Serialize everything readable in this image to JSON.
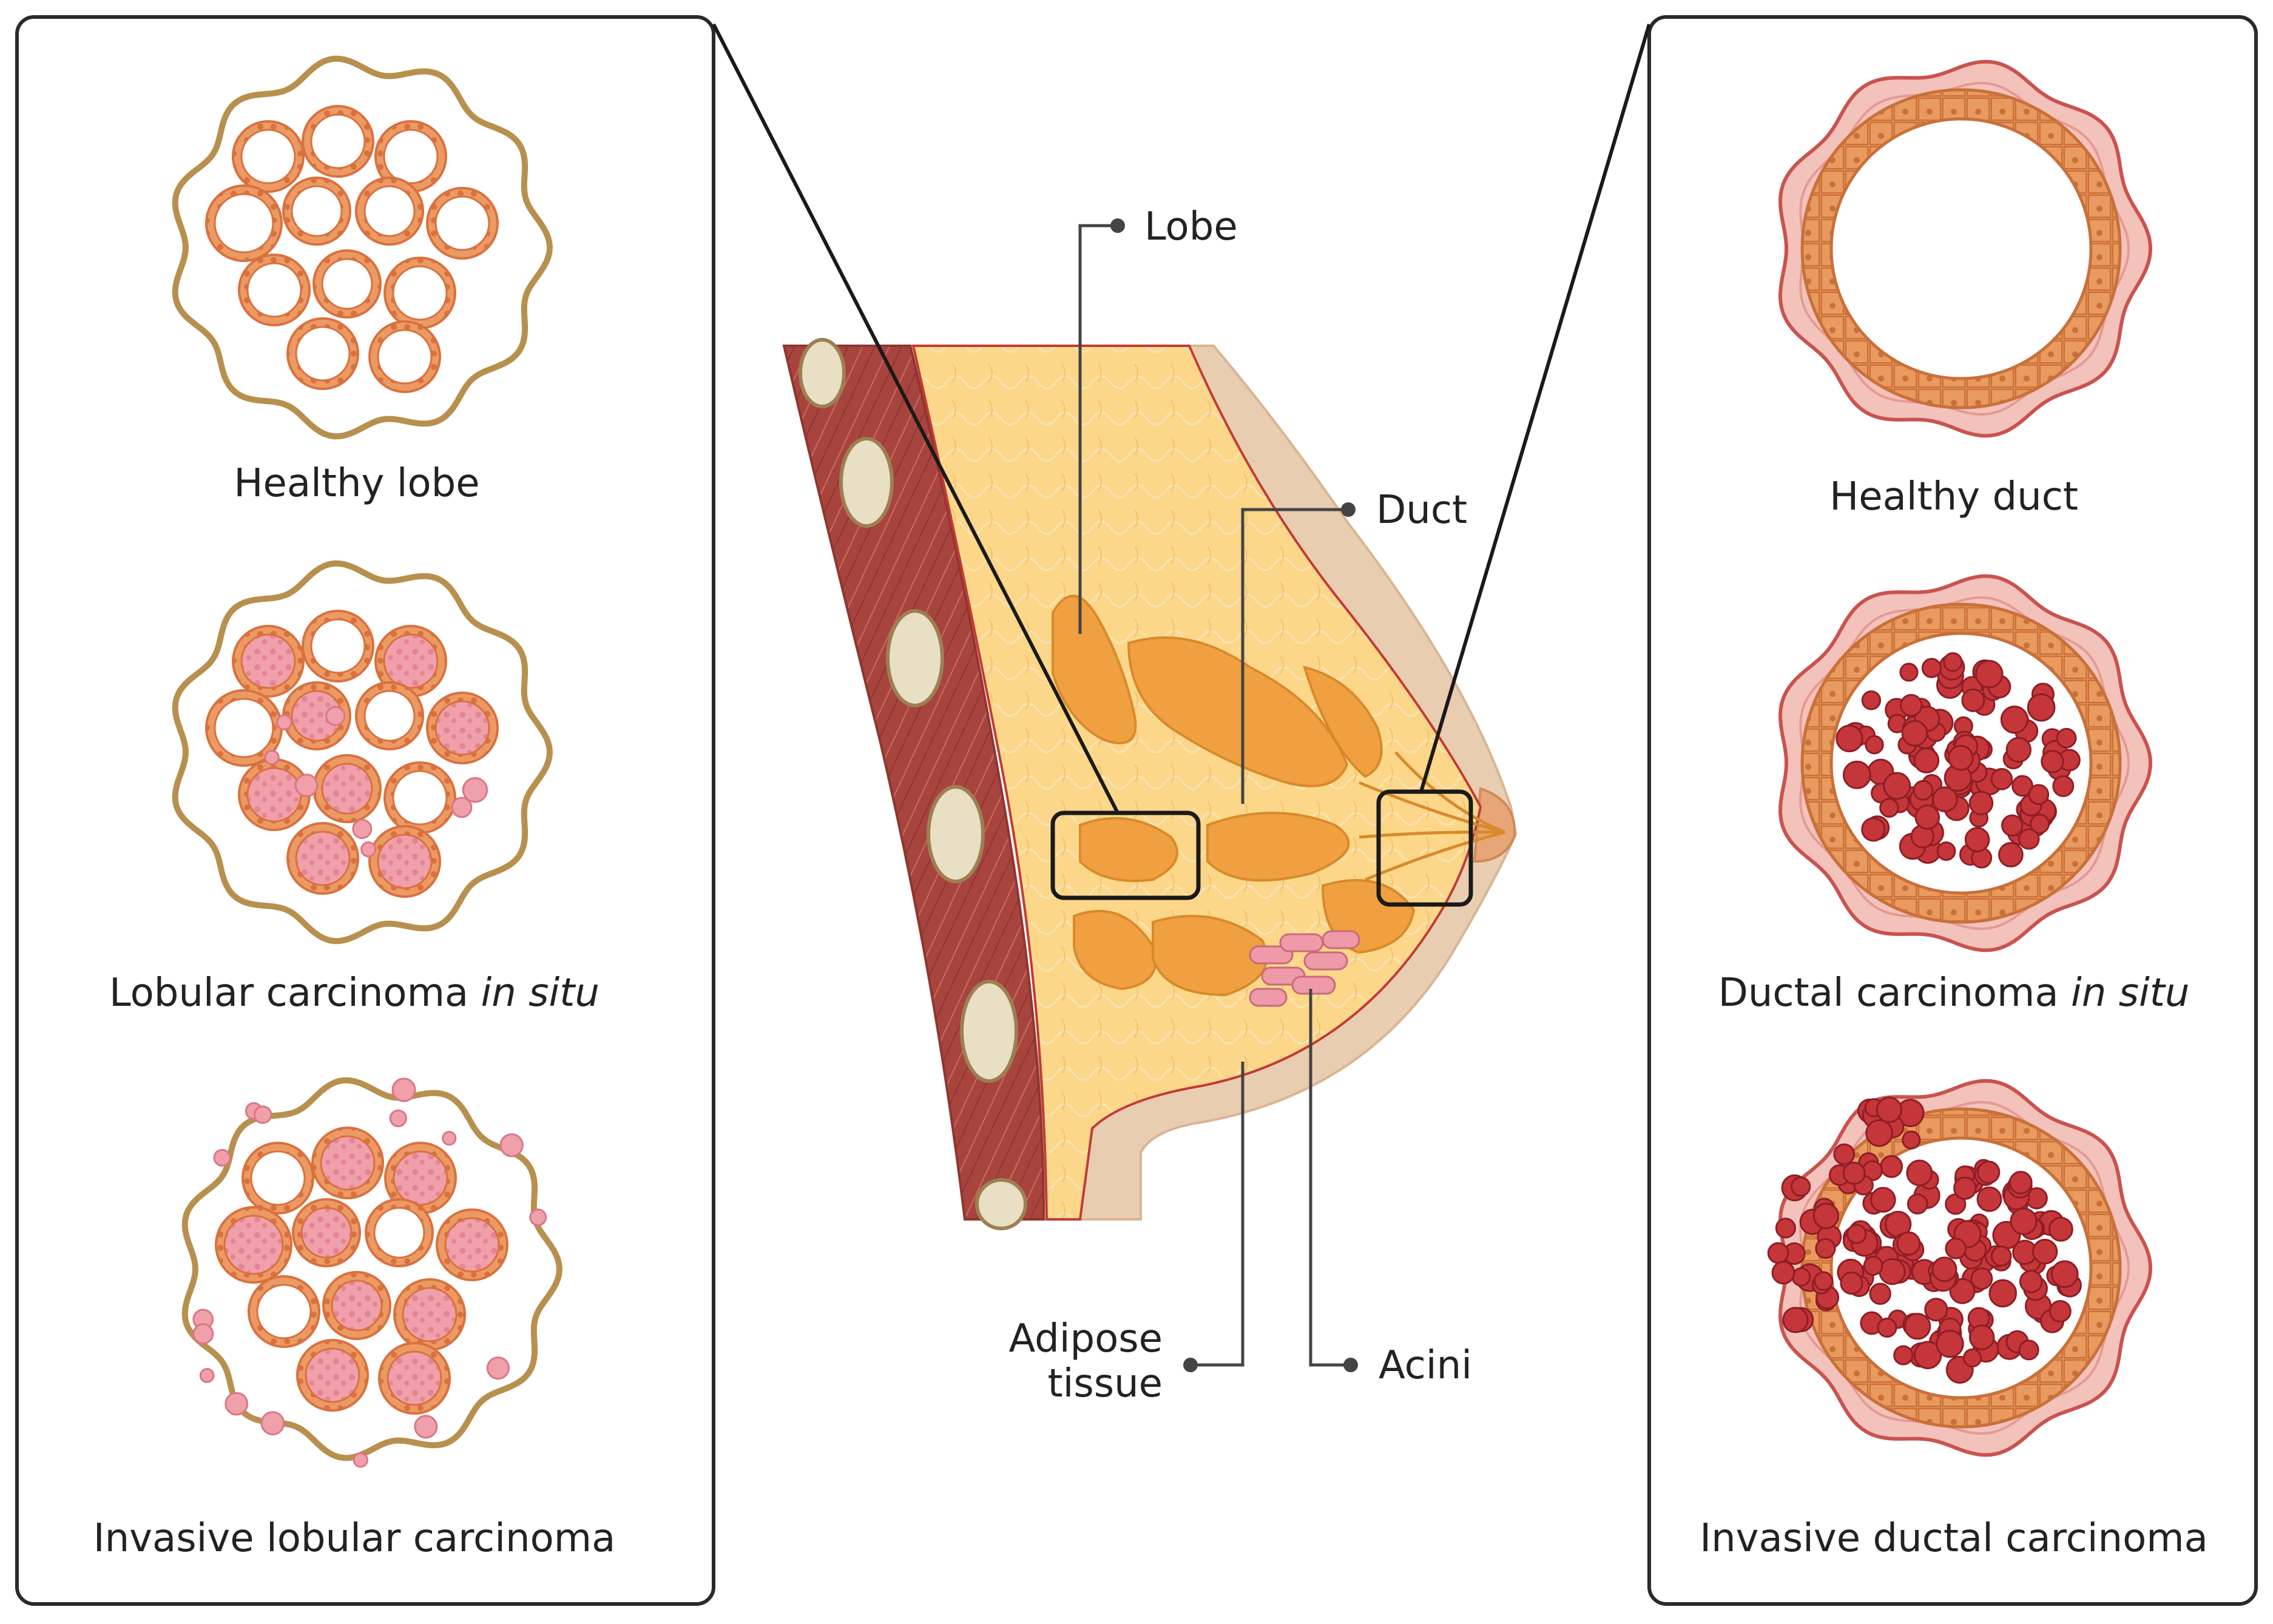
{
  "colors": {
    "panel_border": "#2a2a2a",
    "lobe_outline": "#b8904e",
    "acinus_ring": "#d9713f",
    "acinus_cell": "#ec9a63",
    "tumor_pink": "#f0a0ab",
    "tumor_pink_dark": "#d97784",
    "duct_wall": "#e0894f",
    "duct_cell": "#d8783e",
    "stroma_pink": "#f3c2bb",
    "stroma_outline": "#c9534f",
    "tumor_red": "#c5363a",
    "tumor_red_dark": "#8e1e24",
    "muscle": "#a8443e",
    "rib": "#e8dfc4",
    "fat": "#fcd78a",
    "lobe_orange": "#f0a040",
    "skin": "#e9cdb0",
    "acini_pink": "#ef9aa8",
    "text": "#222222"
  },
  "left_panel": {
    "healthy_lobe": "Healthy lobe",
    "lcis_main": "Lobular carcinoma ",
    "lcis_italic": "in situ",
    "ilc": "Invasive lobular carcinoma"
  },
  "right_panel": {
    "healthy_duct": "Healthy duct",
    "dcis_main": "Ductal carcinoma ",
    "dcis_italic": "in situ",
    "idc": "Invasive ductal carcinoma"
  },
  "center": {
    "lobe": "Lobe",
    "duct": "Duct",
    "adipose_line1": "Adipose",
    "adipose_line2": "tissue",
    "acini": "Acini"
  }
}
